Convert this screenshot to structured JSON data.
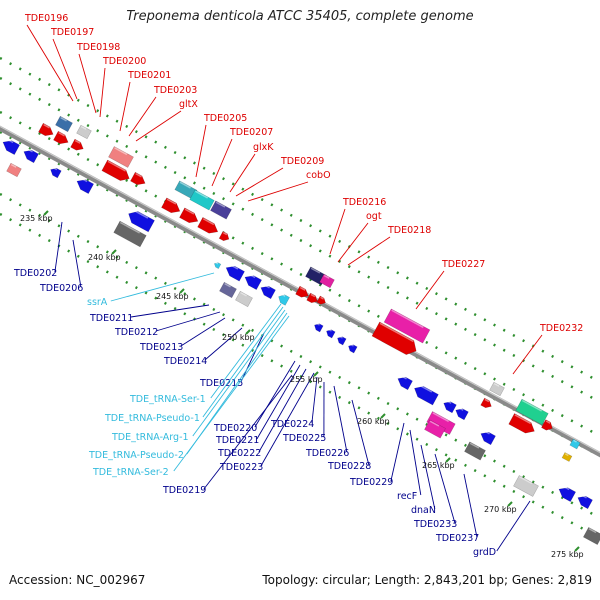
{
  "title": "Treponema denticola ATCC 35405, complete genome",
  "footer": {
    "accession": "Accession: NC_002967",
    "topology": "Topology: circular; Length: 2,843,201 bp; Genes: 2,819"
  },
  "colors": {
    "forward_label": "#dd0000",
    "reverse_label": "#00008b",
    "rna_label": "#33bbdd",
    "backbone": "#8a8a8a"
  },
  "ticks": [
    "235 kbp",
    "240 kbp",
    "245 kbp",
    "250 kbp",
    "255 kbp",
    "260 kbp",
    "265 kbp",
    "270 kbp",
    "275 kbp"
  ],
  "forward_labels": [
    "TDE0196",
    "TDE0197",
    "TDE0198",
    "TDE0200",
    "TDE0201",
    "TDE0203",
    "gltX",
    "TDE0205",
    "TDE0207",
    "glxK",
    "TDE0209",
    "cobO",
    "TDE0216",
    "ogt",
    "TDE0218",
    "TDE0227",
    "TDE0232"
  ],
  "reverse_labels": [
    "TDE0202",
    "TDE0206",
    "TDE0211",
    "TDE0212",
    "TDE0213",
    "TDE0214",
    "TDE0215",
    "TDE0220",
    "TDE0221",
    "TDE0222",
    "TDE0223",
    "TDE0224",
    "TDE0225",
    "TDE0226",
    "TDE0228",
    "TDE0229",
    "recF",
    "dnaN",
    "TDE0233",
    "TDE0237",
    "grdD",
    "TDE0219"
  ],
  "rna_labels": [
    "ssrA",
    "TDE_tRNA-Ser-1",
    "TDE_tRNA-Pseudo-1",
    "TDE_tRNA-Arg-1",
    "TDE_tRNA-Pseudo-2",
    "TDE_tRNA-Ser-2"
  ]
}
